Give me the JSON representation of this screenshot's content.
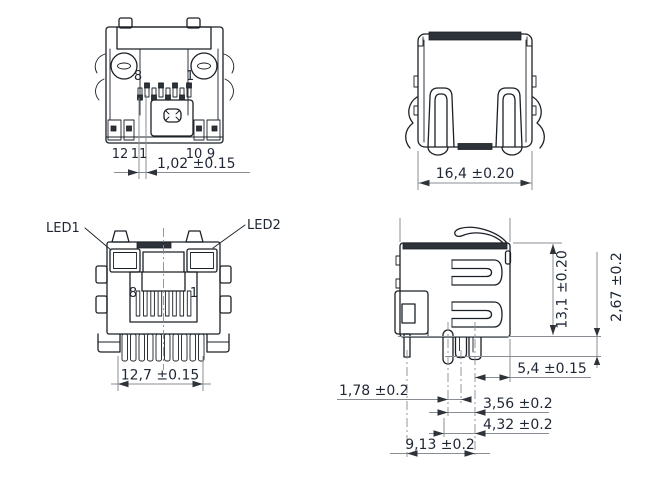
{
  "colors": {
    "part_line": "#1b2026",
    "dimension_line": "#888c93",
    "text": "#1f2735",
    "dark_fill": "#2e333a",
    "background": "#ffffff"
  },
  "views": {
    "bottom_view": {
      "labels": {
        "pin8": "8",
        "pin1": "1",
        "pin12": "12",
        "pin11": "11",
        "pin10": "10",
        "pin9": "9"
      },
      "dimensions": {
        "pitch": "1,02 ±0.15"
      }
    },
    "rear_view": {
      "dimensions": {
        "width": "16,4 ±0.20"
      }
    },
    "front_view": {
      "labels": {
        "led1": "LED1",
        "led2": "LED2",
        "pin8": "8",
        "pin1": "1"
      },
      "dimensions": {
        "width": "12,7 ±0.15"
      }
    },
    "side_view": {
      "dimensions": {
        "height": "13,1 ±0.20",
        "standoff": "2,67 ±0.2",
        "pin_to_edge": "5,4 ±0.15",
        "pin_pitch_a": "1,78 ±0.2",
        "pin_pitch_b": "3,56 ±0.2",
        "pin_pitch_c": "4,32 ±0.2",
        "pin_span": "9,13 ±0.2"
      }
    }
  }
}
